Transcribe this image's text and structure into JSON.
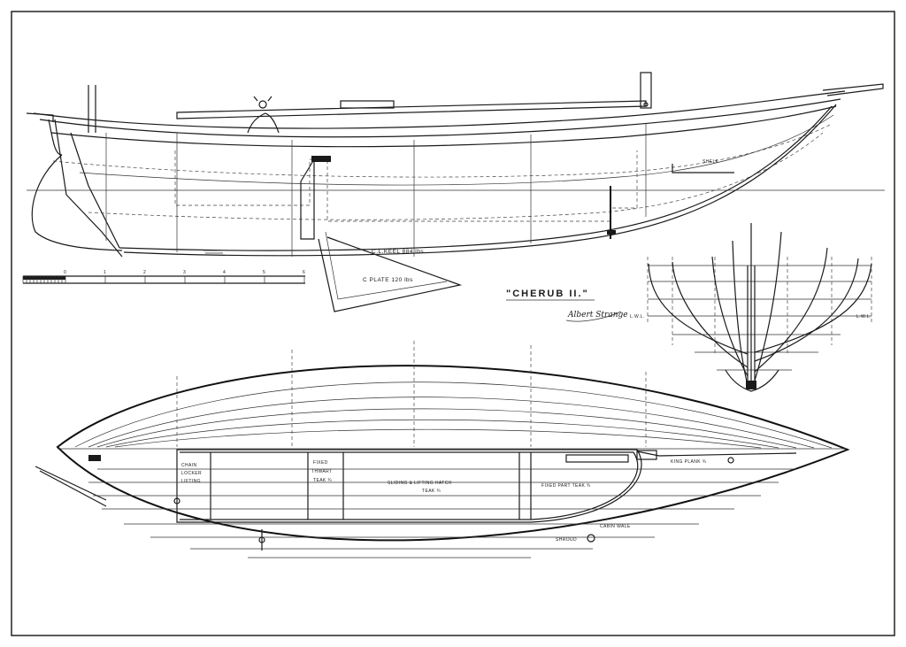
{
  "drawing": {
    "title": "\"CHERUB II.\"",
    "signature": "Albert Strange",
    "profile_labels": {
      "keel": "C.L.KEEL 884 lbs",
      "plate": "C PLATE 120 lbs",
      "shelf": "SHELF"
    },
    "scale_bar": {
      "ticks": [
        "0",
        "1",
        "2",
        "3",
        "4",
        "5",
        "6"
      ]
    },
    "body_plan_labels": {
      "lwl_left": "L.W.L.",
      "lwl_right": "L.W.L."
    },
    "plan_labels": {
      "chain_locker": [
        "CHAIN",
        "LOCKER",
        "LIFTING"
      ],
      "thwart": [
        "FIXED",
        "THWART",
        "TEAK ¾"
      ],
      "hatch": [
        "SLIDING & LIFTING HATCH",
        "TEAK ¾"
      ],
      "fixed_part": "FIXED PART TEAK ¾",
      "king_plank": "KING PLANK ¾",
      "cabin_wale": "CABIN WALE",
      "shroud": "SHROUD"
    }
  },
  "colors": {
    "ink": "#1a1a1a",
    "paper": "#ffffff"
  }
}
